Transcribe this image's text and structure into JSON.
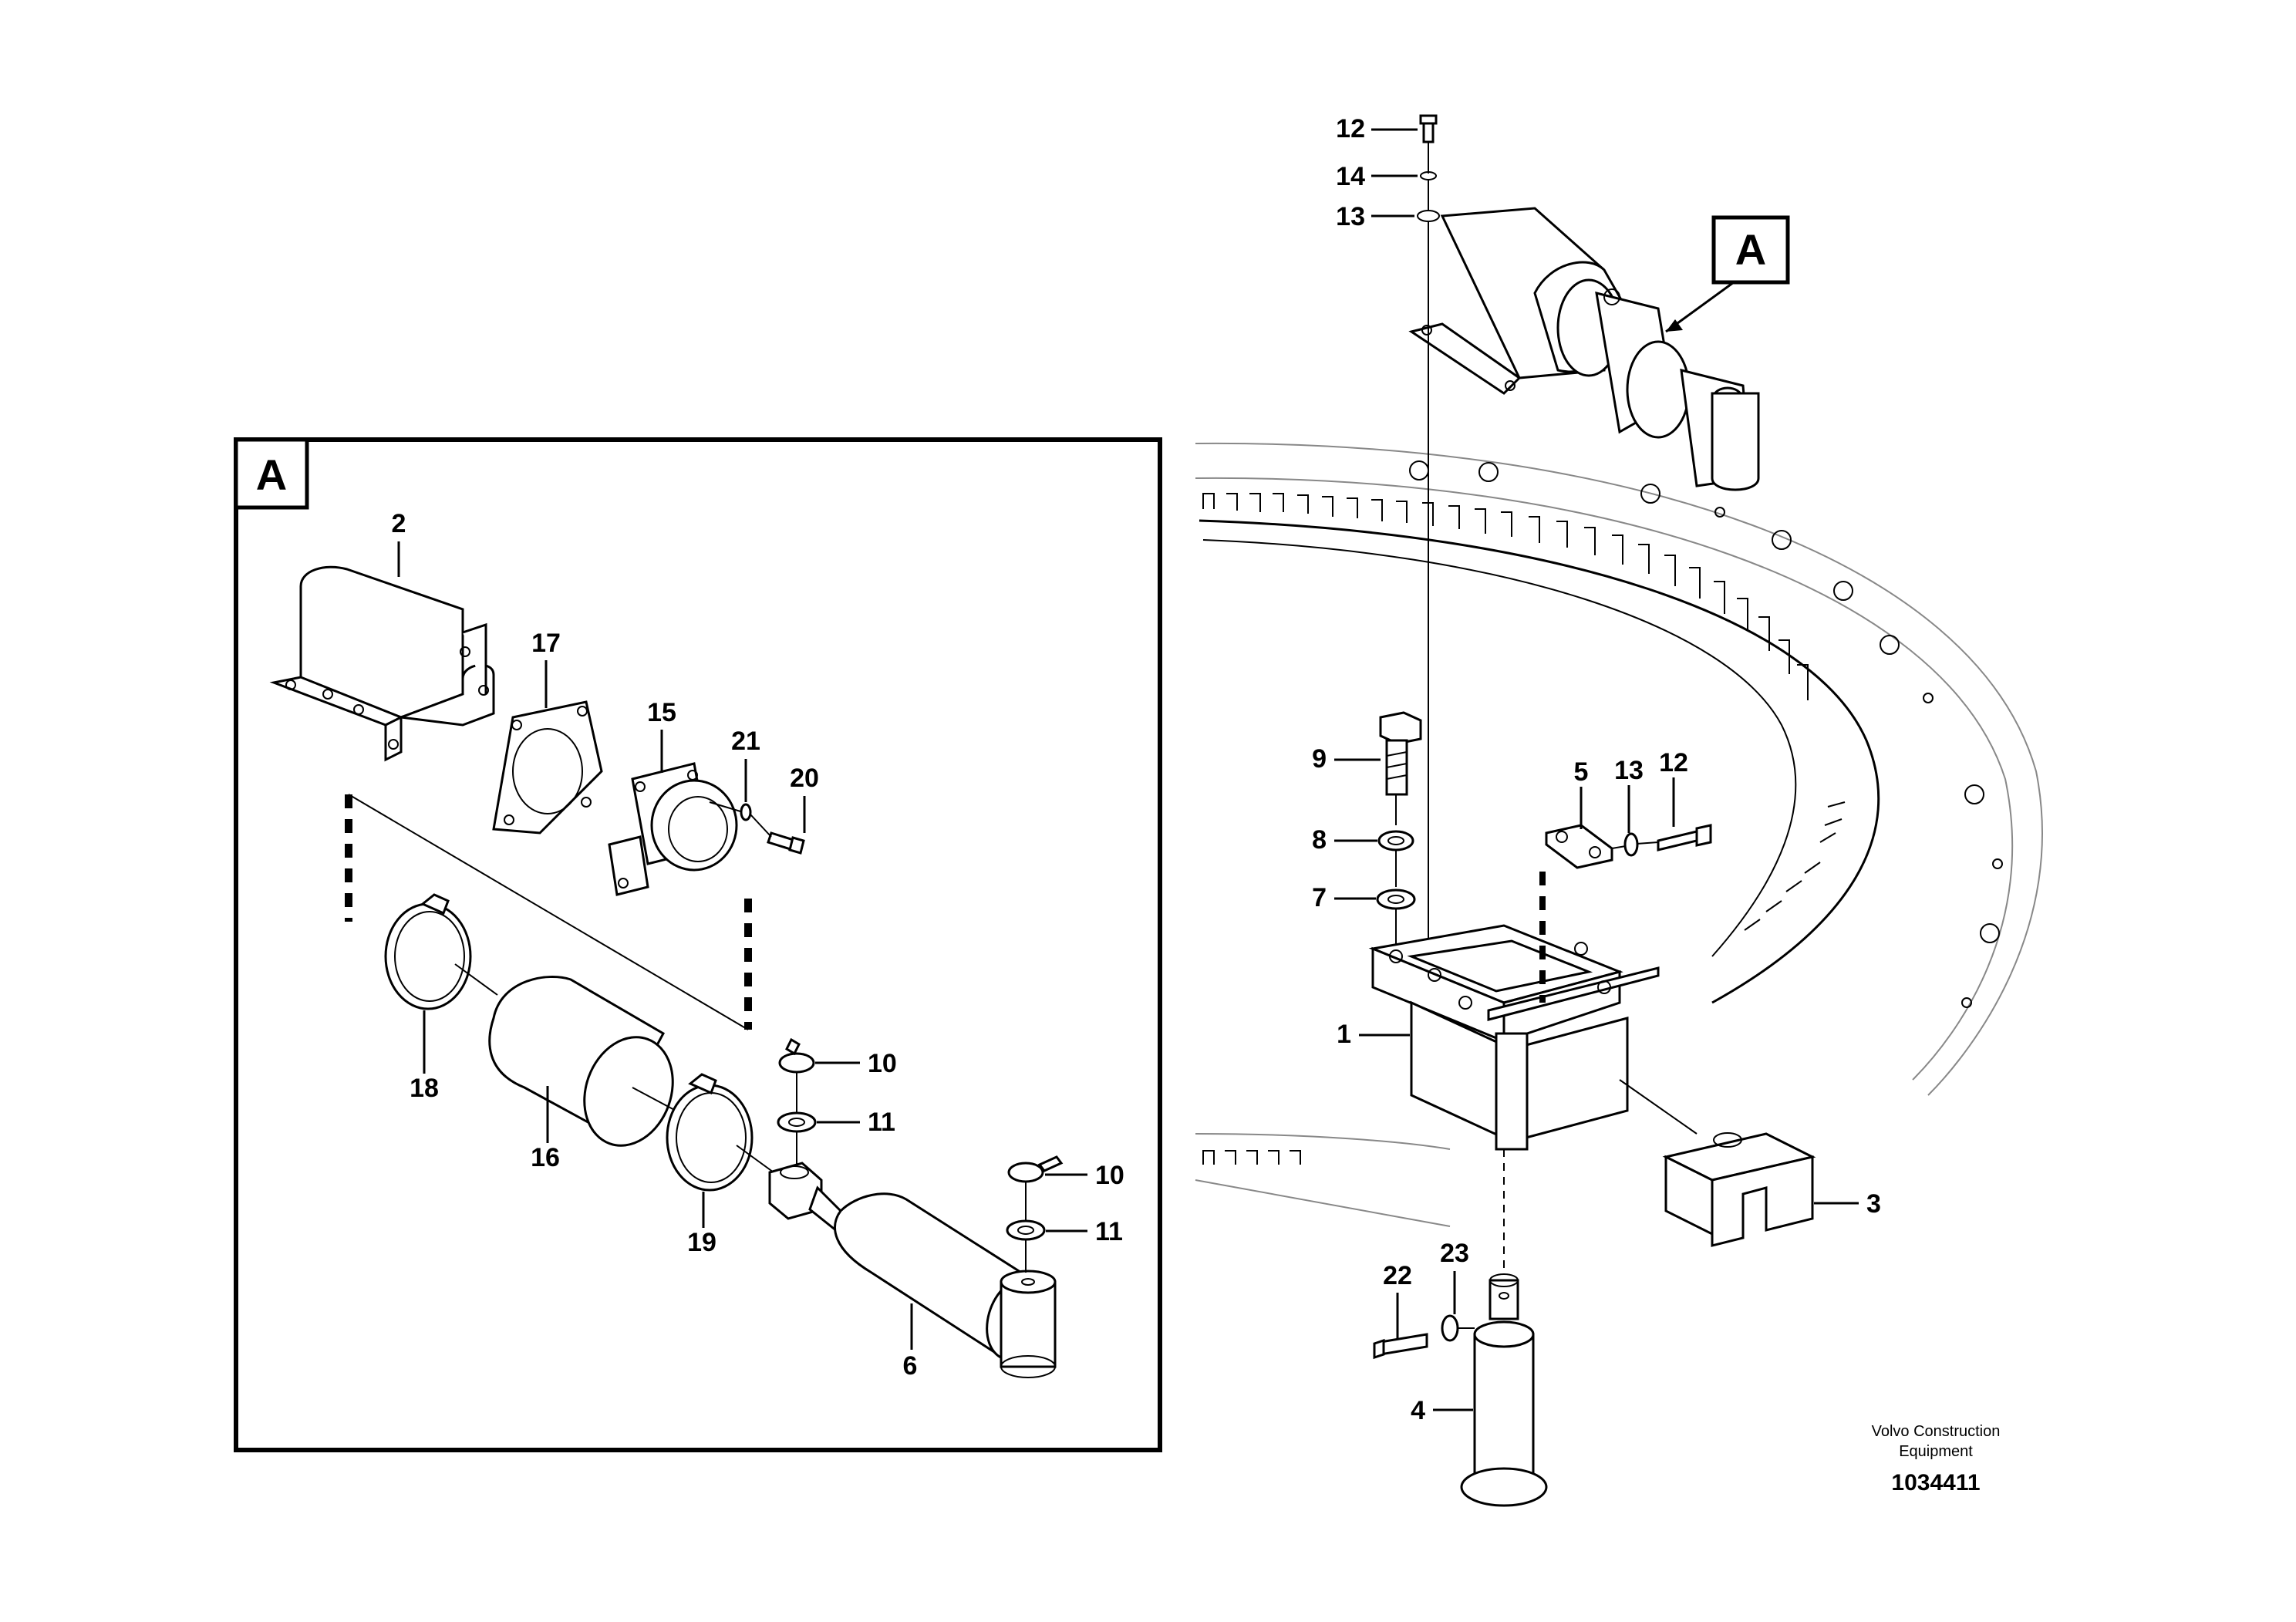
{
  "brand": {
    "line1": "Volvo Construction",
    "line2": "Equipment"
  },
  "drawing_number": "1034411",
  "detail_label": "A",
  "callouts": {
    "main": {
      "c12a": "12",
      "c14": "14",
      "c13a": "13",
      "c9": "9",
      "c8": "8",
      "c7": "7",
      "c5": "5",
      "c13b": "13",
      "c12b": "12",
      "c1": "1",
      "c3": "3",
      "c22": "22",
      "c23": "23",
      "c4": "4"
    },
    "detail": {
      "c2": "2",
      "c17": "17",
      "c15": "15",
      "c21": "21",
      "c20": "20",
      "c18": "18",
      "c16": "16",
      "c19": "19",
      "c10a": "10",
      "c11a": "11",
      "c10b": "10",
      "c11b": "11",
      "c6": "6"
    }
  }
}
